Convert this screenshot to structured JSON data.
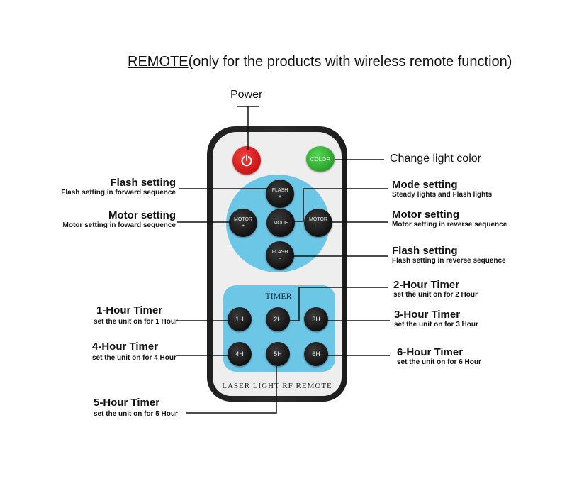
{
  "title": {
    "underlined": "REMOTE",
    "rest": "(only for the products with wireless remote function)"
  },
  "remote": {
    "buttons": {
      "power_icon": "power-icon",
      "color": "COLOR",
      "flash_plus_top": "FLASH",
      "flash_plus_bottom": "+",
      "mode": "MODE",
      "motor_plus_top": "MOTOR",
      "motor_plus_bottom": "+",
      "motor_minus_top": "MOTOR",
      "motor_minus_bottom": "–",
      "flash_minus_top": "FLASH",
      "flash_minus_bottom": "–",
      "t1": "1H",
      "t2": "2H",
      "t3": "3H",
      "t4": "4H",
      "t5": "5H",
      "t6": "6H"
    },
    "timer_label": "TIMER",
    "brand": "LASER LIGHT RF REMOTE",
    "colors": {
      "pad": "#6cc6e6",
      "power": "#d81e1e",
      "color_button": "#35b035"
    }
  },
  "labels": {
    "power": "Power",
    "change_color": "Change light color",
    "flash_fwd_title": "Flash setting",
    "flash_fwd_sub": "Flash setting in forward sequence",
    "motor_fwd_title": "Motor setting",
    "motor_fwd_sub": "Motor setting in foward sequence",
    "mode_title": "Mode setting",
    "mode_sub": "Steady lights and Flash lights",
    "motor_rev_title": "Motor setting",
    "motor_rev_sub": "Motor setting in reverse sequence",
    "flash_rev_title": "Flash setting",
    "flash_rev_sub": "Flash setting in reverse sequence",
    "t2_title": "2-Hour Timer",
    "t2_sub": "set the unit on for 2 Hour",
    "t1_title": "1-Hour Timer",
    "t1_sub": "set the unit on for 1 Hour",
    "t3_title": "3-Hour Timer",
    "t3_sub": "set the unit on for 3 Hour",
    "t4_title": "4-Hour Timer",
    "t4_sub": "set the unit on for 4 Hour",
    "t6_title": "6-Hour Timer",
    "t6_sub": "set the unit on for 6 Hour",
    "t5_title": "5-Hour Timer",
    "t5_sub": "set the unit on for 5 Hour"
  }
}
